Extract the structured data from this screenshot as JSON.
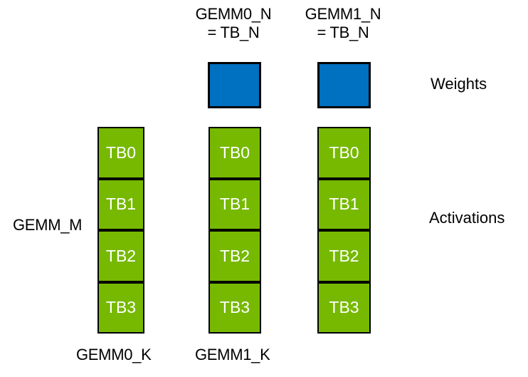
{
  "headers": [
    {
      "line1": "GEMM0_N",
      "line2": "= TB_N"
    },
    {
      "line1": "GEMM1_N",
      "line2": "= TB_N"
    }
  ],
  "labels": {
    "weights": "Weights",
    "activations": "Activations",
    "gemm_m": "GEMM_M",
    "gemm0_k": "GEMM0_K",
    "gemm1_k": "GEMM1_K"
  },
  "columns": [
    {
      "cells": [
        "TB0",
        "TB1",
        "TB2",
        "TB3"
      ]
    },
    {
      "cells": [
        "TB0",
        "TB1",
        "TB2",
        "TB3"
      ]
    },
    {
      "cells": [
        "TB0",
        "TB1",
        "TB2",
        "TB3"
      ]
    }
  ],
  "colors": {
    "activation_green": "#76b900",
    "weight_blue": "#0070c0",
    "border": "#000000",
    "cell_text": "#ffffff",
    "label_text": "#000000",
    "background": "#ffffff"
  }
}
